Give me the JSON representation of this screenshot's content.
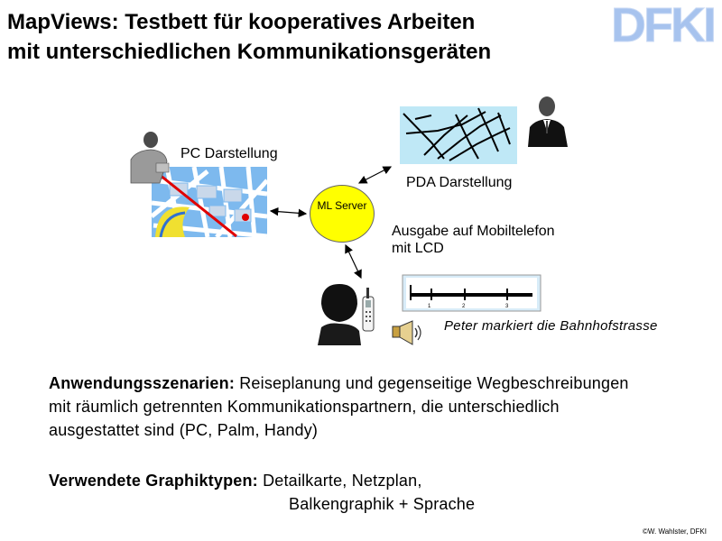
{
  "title_line1": "MapViews: Testbett für kooperatives Arbeiten",
  "title_line2": "mit unterschiedlichen Kommunikationsgeräten",
  "logo_text": "DFKI",
  "colors": {
    "server": "#ffff00",
    "logo": "#a7c3ee",
    "red_route": "#e00000",
    "map_blue": "#7db9ee"
  },
  "diagram": {
    "pc_label": "PC Darstellung",
    "pda_label": "PDA Darstellung",
    "server_label": "ML Server",
    "mobile_label_line1": "Ausgabe auf Mobiltelefon",
    "mobile_label_line2": "mit LCD",
    "speech_text": "Peter markiert die Bahnhofstrasse"
  },
  "scenarios": {
    "heading": "Anwendungsszenarien:",
    "line1_rest": " Reiseplanung und gegenseitige Wegbeschreibungen",
    "line2": "mit räumlich getrennten Kommunikationspartnern, die unterschiedlich",
    "line3": "ausgestattet sind (PC, Palm, Handy)"
  },
  "graphics": {
    "heading": "Verwendete Graphiktypen:",
    "line1_rest": " Detailkarte, Netzplan,",
    "line2": "Balkengraphik + Sprache"
  },
  "copyright": "©W. Wahlster, DFKI"
}
